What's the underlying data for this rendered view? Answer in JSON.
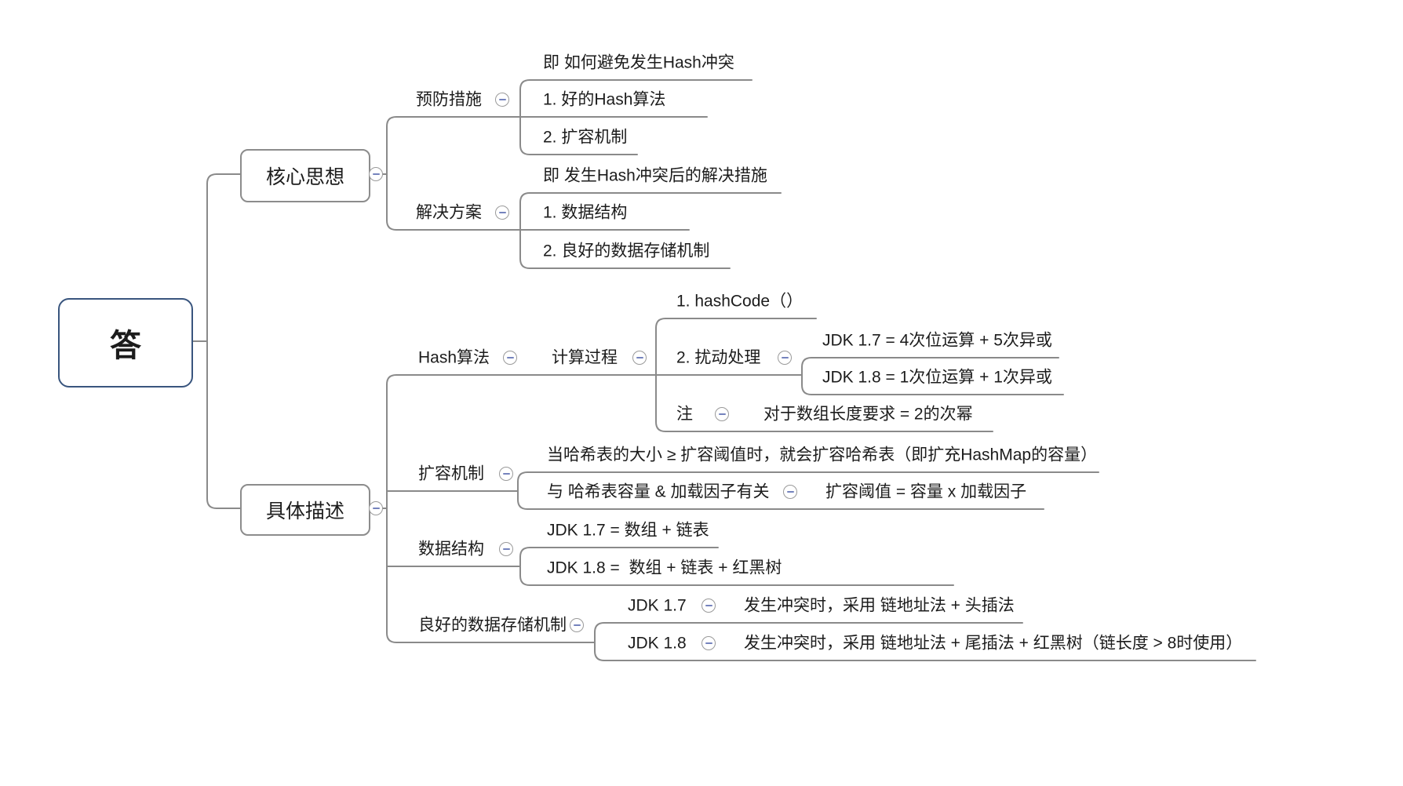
{
  "mindmap": {
    "root": {
      "label": "答"
    },
    "branches": [
      {
        "label": "核心思想",
        "children": [
          {
            "label": "预防措施",
            "children": [
              {
                "label": "即 如何避免发生Hash冲突"
              },
              {
                "label": "1. 好的Hash算法"
              },
              {
                "label": "2. 扩容机制"
              }
            ]
          },
          {
            "label": "解决方案",
            "children": [
              {
                "label": "即 发生Hash冲突后的解决措施"
              },
              {
                "label": "1. 数据结构"
              },
              {
                "label": "2. 良好的数据存储机制"
              }
            ]
          }
        ]
      },
      {
        "label": "具体描述",
        "children": [
          {
            "label": "Hash算法",
            "children": [
              {
                "label": "计算过程",
                "children": [
                  {
                    "label": "1. hashCode（）"
                  },
                  {
                    "label": "2. 扰动处理",
                    "children": [
                      {
                        "label": "JDK 1.7 = 4次位运算 + 5次异或"
                      },
                      {
                        "label": "JDK 1.8 = 1次位运算 + 1次异或"
                      }
                    ]
                  },
                  {
                    "label": "注",
                    "children": [
                      {
                        "label": "对于数组长度要求 = 2的次幂"
                      }
                    ]
                  }
                ]
              }
            ]
          },
          {
            "label": "扩容机制",
            "children": [
              {
                "label": "当哈希表的大小 ≥ 扩容阈值时，就会扩容哈希表（即扩充HashMap的容量）"
              },
              {
                "label": "与 哈希表容量 & 加载因子有关",
                "children": [
                  {
                    "label": "扩容阈值 = 容量 x 加载因子"
                  }
                ]
              }
            ]
          },
          {
            "label": "数据结构",
            "children": [
              {
                "label": "JDK 1.7 = 数组 + 链表"
              },
              {
                "label": "JDK 1.8 =  数组 + 链表 + 红黑树"
              }
            ]
          },
          {
            "label": "良好的数据存储机制",
            "children": [
              {
                "label": "JDK 1.7",
                "children": [
                  {
                    "label": "发生冲突时，采用 链地址法 + 头插法"
                  }
                ]
              },
              {
                "label": "JDK 1.8",
                "children": [
                  {
                    "label": "发生冲突时，采用 链地址法 + 尾插法 + 红黑树（链长度 > 8时使用）"
                  }
                ]
              }
            ]
          }
        ]
      }
    ],
    "colors": {
      "root_border": "#39557e",
      "branch_border": "#8c8c8c",
      "line": "#8a8a8a",
      "collapse_minus": "#7583bd",
      "text": "#1c1c1c"
    }
  }
}
